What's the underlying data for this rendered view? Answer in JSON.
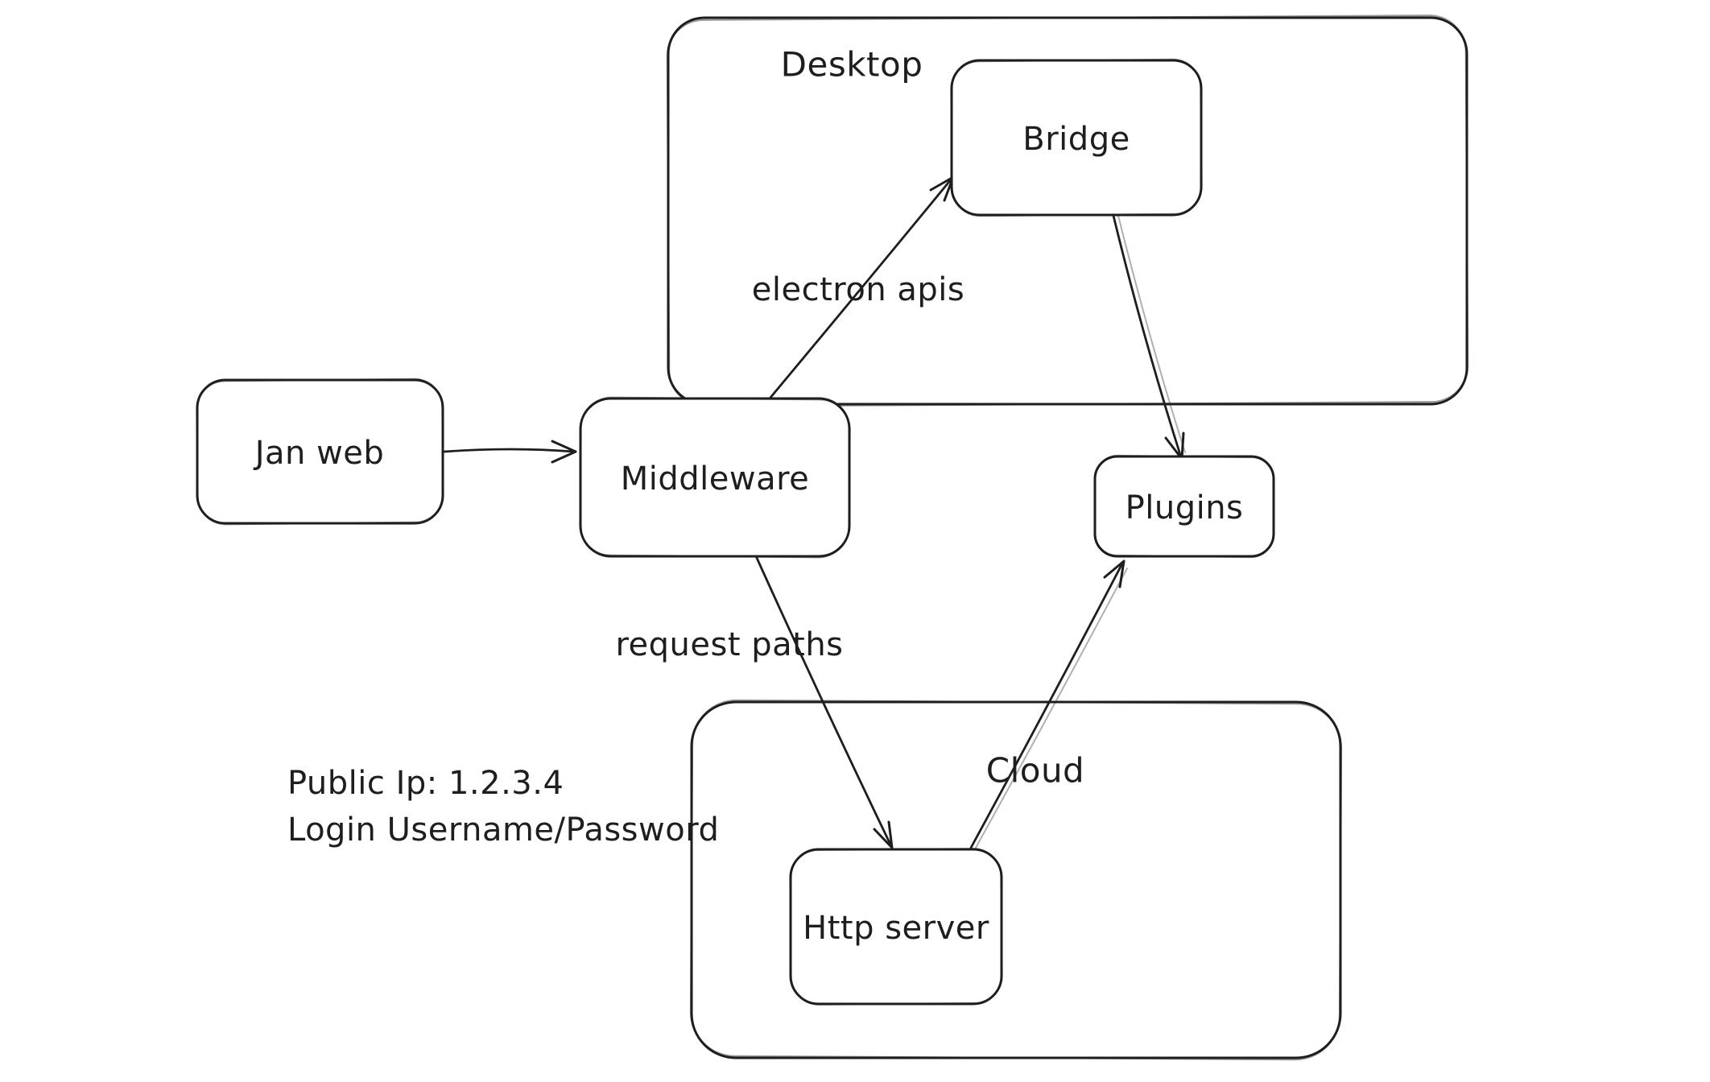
{
  "diagram": {
    "background": "#ffffff",
    "stroke_color": "#1e1e1e",
    "containers": [
      {
        "id": "desktop",
        "label": "Desktop"
      },
      {
        "id": "cloud",
        "label": "Cloud"
      }
    ],
    "nodes": [
      {
        "id": "jan-web",
        "label": "Jan web",
        "container": null
      },
      {
        "id": "middleware",
        "label": "Middleware",
        "container": null
      },
      {
        "id": "bridge",
        "label": "Bridge",
        "container": "desktop"
      },
      {
        "id": "plugins",
        "label": "Plugins",
        "container": null
      },
      {
        "id": "http-server",
        "label": "Http server",
        "container": "cloud"
      }
    ],
    "edges": [
      {
        "from": "jan-web",
        "to": "middleware",
        "label": ""
      },
      {
        "from": "middleware",
        "to": "bridge",
        "label": "electron apis"
      },
      {
        "from": "bridge",
        "to": "plugins",
        "label": ""
      },
      {
        "from": "middleware",
        "to": "http-server",
        "label": "request paths"
      },
      {
        "from": "http-server",
        "to": "plugins",
        "label": ""
      }
    ],
    "notes": [
      "Public Ip: 1.2.3.4",
      "Login Username/Password"
    ]
  }
}
